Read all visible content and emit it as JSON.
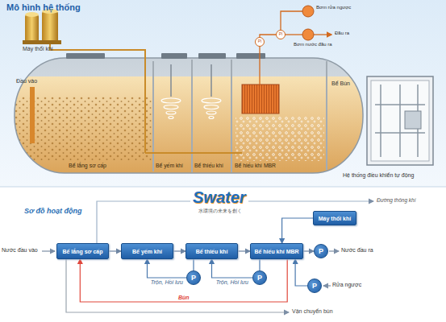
{
  "diagram": {
    "title": "Mô hình hệ thống",
    "nodes": [
      {
        "text": [
          "Bể lắng sơ cấp"
        ]
      },
      {
        "text": [
          "Bể yếm khí"
        ]
      },
      {
        "text": [
          "Bể thiếu khí"
        ]
      },
      {
        "text": [
          "Bể hiếu khí MBR"
        ]
      },
      {
        "text": [
          "Máy thổi khí"
        ]
      },
      {
        "text": [
          "P"
        ]
      },
      {
        "text": [
          "P"
        ]
      },
      {
        "text": [
          "P"
        ]
      },
      {
        "text": [
          "P"
        ]
      }
    ],
    "edges": [
      {
        "from": 0,
        "to": 1,
        "arrow": "to"
      },
      {
        "from": 1,
        "to": 2,
        "arrow": "to"
      },
      {
        "from": 2,
        "to": 3,
        "arrow": "to"
      },
      {
        "from": 4,
        "to": 3,
        "arrow": "to"
      },
      {
        "from": 3,
        "to": 5,
        "arrow": "to"
      },
      {
        "from": 6,
        "to": 3,
        "arrow": "to"
      },
      {
        "from": 2,
        "to": 7,
        "arrow": "none"
      },
      {
        "from": 7,
        "to": 1,
        "arrow": "to",
        "label": "Trộn, Hồi lưu"
      },
      {
        "from": 3,
        "to": 8,
        "arrow": "none"
      },
      {
        "from": 8,
        "to": 2,
        "arrow": "to",
        "label": "Trộn, Hồi lưu"
      },
      {
        "from": 3,
        "to": 0,
        "arrow": "to",
        "label": "Bùn"
      }
    ],
    "labels": [
      "Máy thổi khí",
      "Đầu vào",
      "Bể lắng sơ cấp",
      "Bể yếm khí",
      "Bể thiếu khí",
      "Bể hiếu khí MBR",
      "Bể Bùn",
      "Hệ thống điều khiển tự động",
      "Bơm rửa ngược",
      "Đầu ra",
      "Bơm nước đầu ra",
      "PI",
      "PI",
      "Sơ đồ hoạt động",
      "Swater",
      "水環境の未来を創く",
      "Đường thông khí",
      "Nước đầu vào",
      "Nước đầu ra",
      "Rửa ngược",
      "Vận chuyển bùn"
    ]
  }
}
